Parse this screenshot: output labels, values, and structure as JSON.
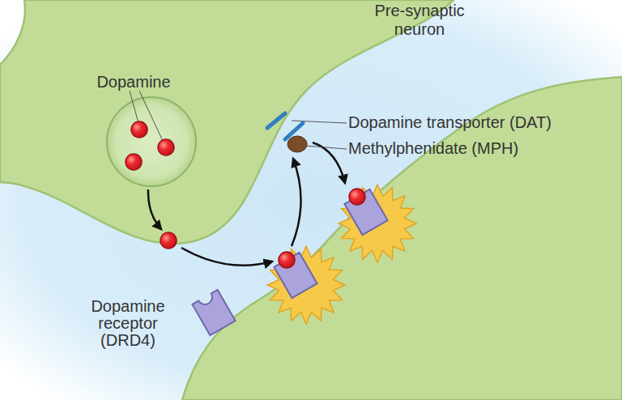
{
  "diagram": {
    "nodes": [
      {
        "text": [
          "Pre-synaptic neuron"
        ]
      },
      {
        "text": [
          "Dopamine"
        ],
        "in": 0
      }
    ],
    "labels": [
      "Dopamine transporter (DAT)",
      "Methylphenidate (MPH)",
      "Dopamine receptor (DRD4)"
    ]
  }
}
